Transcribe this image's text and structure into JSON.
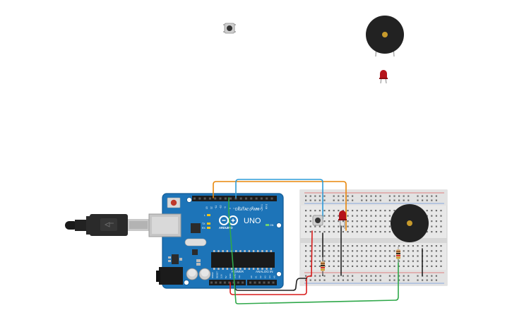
{
  "board": {
    "model_label": "UNO",
    "brand_label": "ARDUINO",
    "digital_header_label": "DIGITAL (PWM~)",
    "power_label": "POWER",
    "analog_label": "ANALOG IN",
    "on_label": "ON",
    "led_l_label": "L",
    "tx_label": "TX",
    "rx_label": "RX",
    "digital_pins": [
      "13",
      "12",
      "~11",
      "~10",
      "~9",
      "8",
      "7",
      "~6",
      "~5",
      "4",
      "~3",
      "2",
      "TX 1",
      "RX 0"
    ],
    "power_pins": [
      "IOREF",
      "RESET",
      "3.3V",
      "5V",
      "GND",
      "GND",
      "Vin"
    ],
    "analog_pins": [
      "A0",
      "A1",
      "A2",
      "A3",
      "A4",
      "A5"
    ]
  },
  "colors": {
    "board": "#1d74b8",
    "board_edge": "#135b93",
    "breadboard": "#e8e8e8",
    "wire_orange": "#e8870b",
    "wire_blue": "#2f9bd6",
    "wire_red": "#d81b1b",
    "wire_green": "#2fa84a",
    "wire_black": "#222222",
    "buzzer": "#222222",
    "buzzer_center": "#c79a2c",
    "led_red": "#b5141b"
  }
}
